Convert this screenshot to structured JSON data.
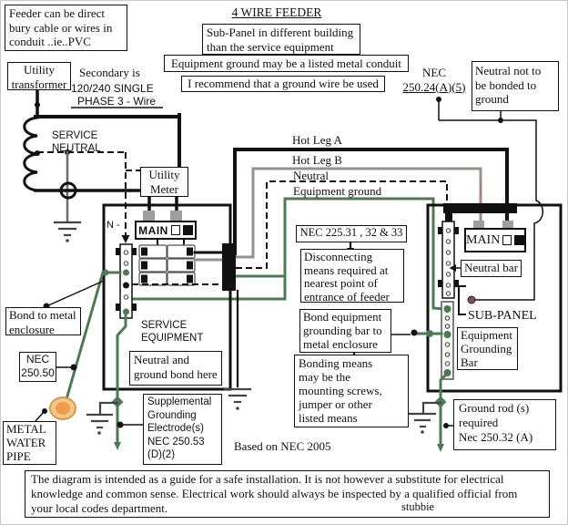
{
  "colors": {
    "wire_black": "#111111",
    "hot_leg_b_gray": "#96918c",
    "ground_green": "#4d7a52",
    "neutral_dashed": "#111111",
    "bond_screw_maroon": "#7d5252",
    "water_pipe_outer": "#f5c586",
    "water_pipe_inner": "#ee9d4d"
  },
  "header": {
    "title": "4 WIRE FEEDER",
    "feeder_note": [
      "Feeder can be direct",
      "bury cable or wires in",
      "conduit ..ie..PVC"
    ],
    "subpanel_note": [
      "Sub-Panel in different building",
      "than the service equipment"
    ],
    "conduit_note": "Equipment ground may be a listed metal conduit",
    "recommend_note": "I recommend that a ground wire be used"
  },
  "transformer": {
    "label": [
      "Utility",
      "transformer"
    ],
    "secondary": [
      "Secondary is",
      "120/240 SINGLE",
      "PHASE 3 - Wire"
    ],
    "service_neutral": [
      "SERVICE",
      "NEUTRAL"
    ]
  },
  "meter": {
    "label": [
      "Utility",
      "Meter"
    ]
  },
  "feeder": {
    "hot_leg_a": "Hot Leg A",
    "hot_leg_b": "Hot Leg B",
    "neutral": "Neutral",
    "equipment_ground": "Equipment ground",
    "nec_250_24": [
      "NEC",
      "250.24(A)(5)"
    ],
    "neutral_not_bonded": [
      "Neutral not to",
      "be bonded to",
      "ground"
    ]
  },
  "service_panel": {
    "n_label": "N -",
    "main_label": "MAIN",
    "name": [
      "SERVICE",
      "EQUIPMENT"
    ],
    "bond_note": [
      "Neutral and",
      "ground bond here"
    ]
  },
  "sub_panel": {
    "main_label": "MAIN",
    "neutral_bar_label": "Neutral bar",
    "name": "SUB-PANEL",
    "grounding_bar_label": [
      "Equipment",
      "Grounding",
      "Bar"
    ]
  },
  "callouts": {
    "nec_225": "NEC 225.31 , 32 & 33",
    "disconnecting": [
      "Disconnecting",
      "means required at",
      "nearest point of",
      "entrance of feeder"
    ],
    "bond_equipment": [
      "Bond equipment",
      "grounding bar to",
      "metal enclosure"
    ],
    "bonding_means": [
      "Bonding means",
      "may be the",
      "mounting screws,",
      "jumper or other",
      "listed means"
    ],
    "bond_to_metal": [
      "Bond to metal",
      "enclosure"
    ],
    "nec_250_50": [
      "NEC",
      "250.50"
    ],
    "metal_water_pipe": [
      "METAL",
      "WATER",
      "PIPE"
    ],
    "supplemental": [
      "Supplemental",
      "Grounding",
      "Electrode(s)",
      "NEC 250.53",
      "(D)(2)"
    ],
    "ground_rod": [
      "Ground rod (s)",
      "required",
      "Nec 250.32 (A)"
    ]
  },
  "footer": {
    "based_on": "Based on NEC 2005",
    "disclaimer": [
      "The diagram is intended as a guide for a safe installation.  It is not however a substitute for electrical",
      "knowledge and common sense.  Electrical work should always be inspected by a qualified official from",
      "your local codes department."
    ],
    "signature": "stubbie"
  }
}
